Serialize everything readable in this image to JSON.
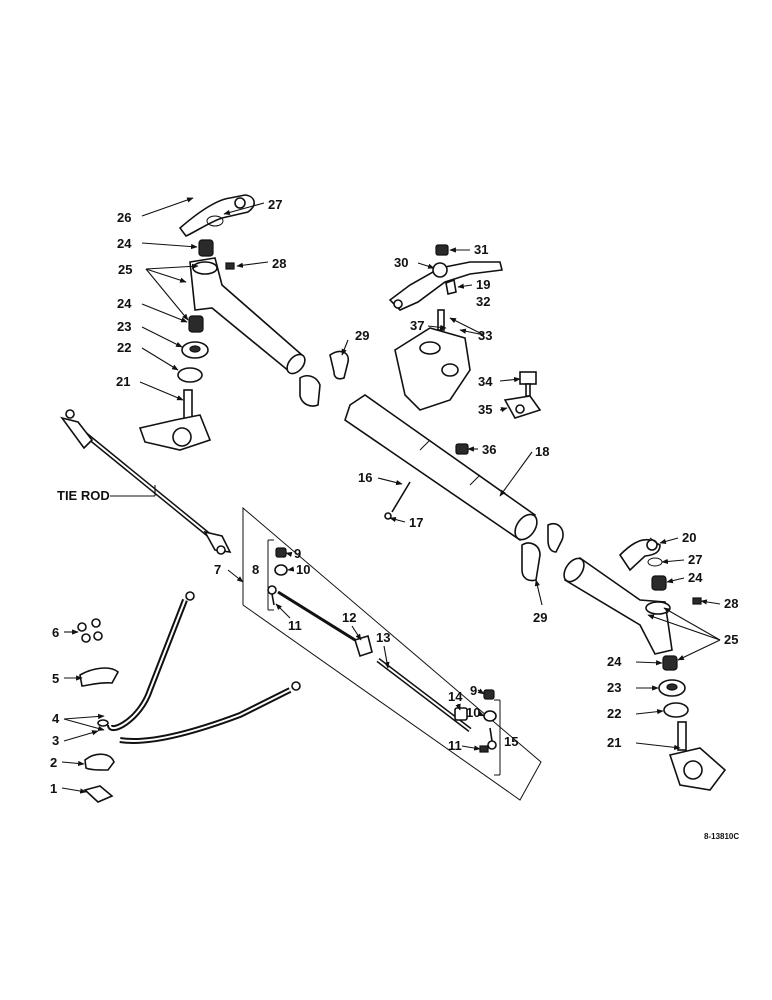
{
  "diagram": {
    "code": "8-13810C",
    "labels": {
      "n1": "1",
      "n2": "2",
      "n3": "3",
      "n4": "4",
      "n5": "5",
      "n6": "6",
      "n7": "7",
      "n8": "8",
      "n9a": "9",
      "n10a": "10",
      "n11a": "11",
      "n12": "12",
      "n13": "13",
      "n14": "14",
      "n9b": "9",
      "n10b": "10",
      "n11b": "11",
      "n15": "15",
      "n16": "16",
      "n17": "17",
      "n18": "18",
      "n19": "19",
      "n20": "20",
      "n21a": "21",
      "n22a": "22",
      "n23a": "23",
      "n24a": "24",
      "n24b": "24",
      "n25a": "25",
      "n26": "26",
      "n27a": "27",
      "n28a": "28",
      "n29a": "29",
      "n29b": "29",
      "n30": "30",
      "n31": "31",
      "n32": "32",
      "n33": "33",
      "n34": "34",
      "n35": "35",
      "n36": "36",
      "n37": "37",
      "n20b": "27",
      "n24c": "24",
      "n28b": "28",
      "n25b": "25",
      "n24d": "24",
      "n23b": "23",
      "n22b": "22",
      "n21b": "21",
      "tierod": "TIE ROD"
    }
  }
}
